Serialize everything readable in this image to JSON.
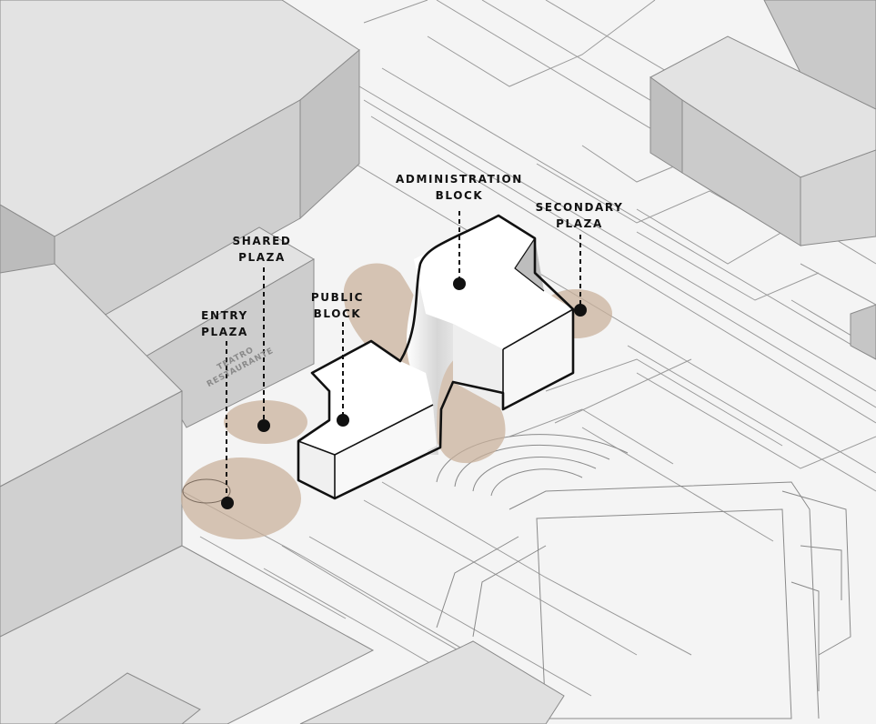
{
  "labels": {
    "administration": [
      "ADMINISTRATION",
      "BLOCK"
    ],
    "secondary_plaza": [
      "SECONDARY",
      "PLAZA"
    ],
    "shared_plaza": [
      "SHARED",
      "PLAZA"
    ],
    "public_block": [
      "PUBLIC",
      "BLOCK"
    ],
    "entry_plaza": [
      "ENTRY",
      "PLAZA"
    ],
    "teatro": [
      "TEATRO",
      "RESTAURANTE"
    ]
  },
  "colors": {
    "background": "#f4f4f4",
    "building_top": "#e1e1e1",
    "building_side": "#cfcfcf",
    "building_dark": "#bdbdbd",
    "plaza_tint": "#c9b09a",
    "line": "#111111",
    "context_line": "#9a9a9a"
  }
}
